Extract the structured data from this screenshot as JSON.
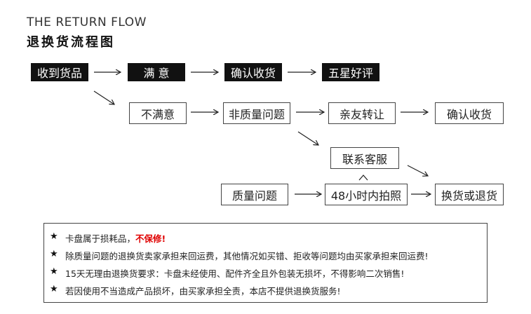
{
  "header": {
    "title_en": "THE RETURN FLOW",
    "title_cn": "退换货流程图"
  },
  "flow": {
    "row1": [
      "收到货品",
      "满 意",
      "确认收货",
      "五星好评"
    ],
    "row2": [
      "不满意",
      "非质量问题",
      "亲友转让",
      "确认收货"
    ],
    "contact": "联系客服",
    "row4": [
      "质量问题",
      "48小时内拍照",
      "换货或退货"
    ]
  },
  "notes": {
    "star_icon": "★",
    "n1_prefix": "卡盘属于损耗品，",
    "n1_emph": "不保修!",
    "n2": "除质量问题的退换货卖家承担来回运费，其他情况如买错、拒收等问题均由买家承担来回运费!",
    "n3": "15天无理由退换货要求：卡盘未经使用、配件齐全且外包装无损坏，不得影响二次销售!",
    "n4": "若因使用不当造成产品损坏，由买家承担全责，本店不提供退换货服务!"
  },
  "colors": {
    "dark_box": "#111111",
    "emphasis": "#e00000"
  }
}
